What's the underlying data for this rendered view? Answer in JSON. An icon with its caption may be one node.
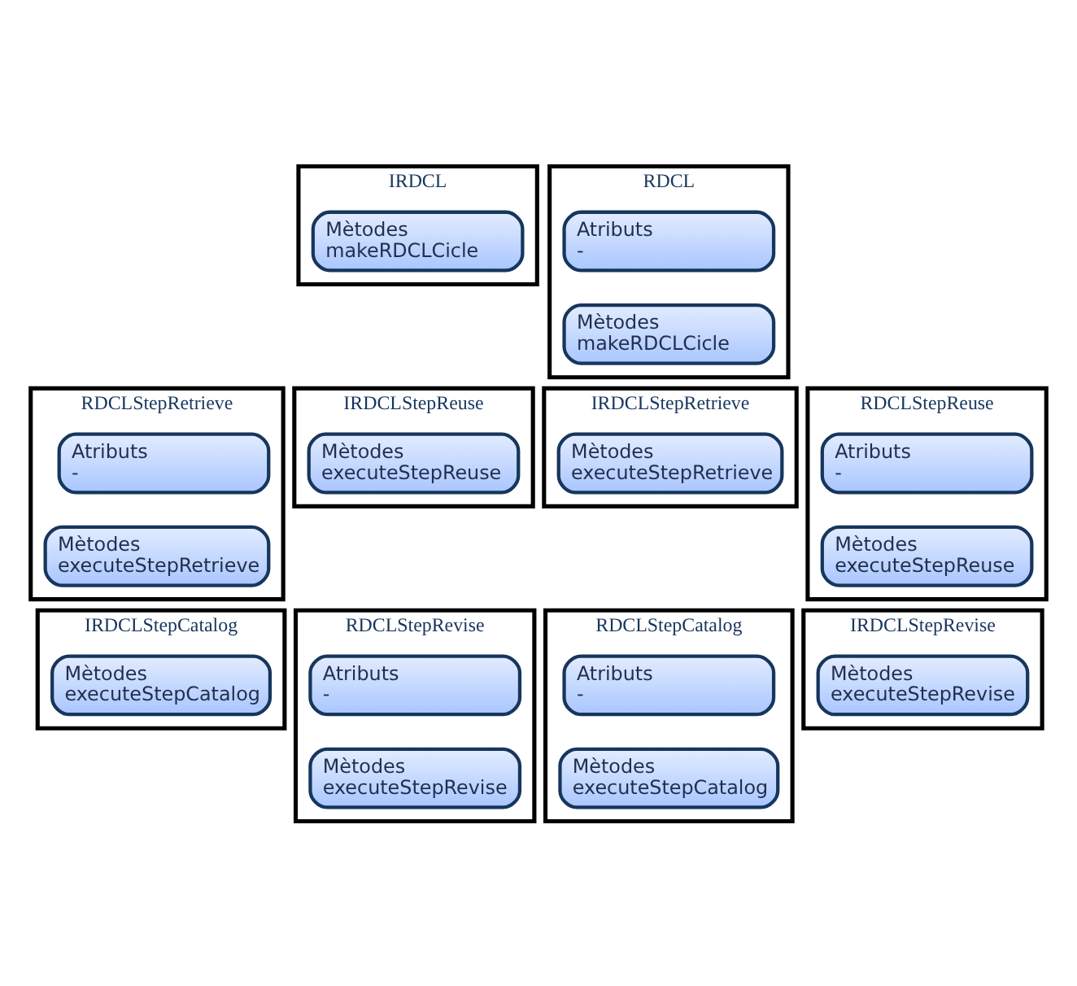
{
  "diagram": {
    "nodes": [
      {
        "text": [
          "IRDCL"
        ]
      },
      {
        "text": [
          "Mètodes",
          "makeRDCLCicle"
        ],
        "in": 0
      },
      {
        "text": [
          "RDCL"
        ]
      },
      {
        "text": [
          "Atributs",
          "-"
        ],
        "in": 2
      },
      {
        "text": [
          "Mètodes",
          "makeRDCLCicle"
        ],
        "in": 2
      },
      {
        "text": [
          "IRDCLStepRetrieve"
        ]
      },
      {
        "text": [
          "Mètodes",
          "executeStepRetrieve"
        ],
        "in": 5
      },
      {
        "text": [
          "RDCLStepRetrieve"
        ]
      },
      {
        "text": [
          "Atributs",
          "-"
        ],
        "in": 7
      },
      {
        "text": [
          "Mètodes",
          "executeStepRetrieve"
        ],
        "in": 7
      },
      {
        "text": [
          "IRDCLStepReuse"
        ]
      },
      {
        "text": [
          "Mètodes",
          "executeStepReuse"
        ],
        "in": 10
      },
      {
        "text": [
          "RDCLStepReuse"
        ]
      },
      {
        "text": [
          "Atributs",
          "-"
        ],
        "in": 12
      },
      {
        "text": [
          "Mètodes",
          "executeStepReuse"
        ],
        "in": 12
      },
      {
        "text": [
          "IRDCLStepRevise"
        ]
      },
      {
        "text": [
          "Mètodes",
          "executeStepRevise"
        ],
        "in": 15
      },
      {
        "text": [
          "RDCLStepRevise"
        ]
      },
      {
        "text": [
          "Atributs",
          "-"
        ],
        "in": 17
      },
      {
        "text": [
          "Mètodes",
          "executeStepRevise"
        ],
        "in": 17
      },
      {
        "text": [
          "IRDCLStepCatalog"
        ]
      },
      {
        "text": [
          "Mètodes",
          "executeStepCatalog"
        ],
        "in": 20
      },
      {
        "text": [
          "RDCLStepCatalog"
        ]
      },
      {
        "text": [
          "Atributs",
          "-"
        ],
        "in": 22
      },
      {
        "text": [
          "Mètodes",
          "executeStepCatalog"
        ],
        "in": 22
      }
    ],
    "edges": []
  }
}
